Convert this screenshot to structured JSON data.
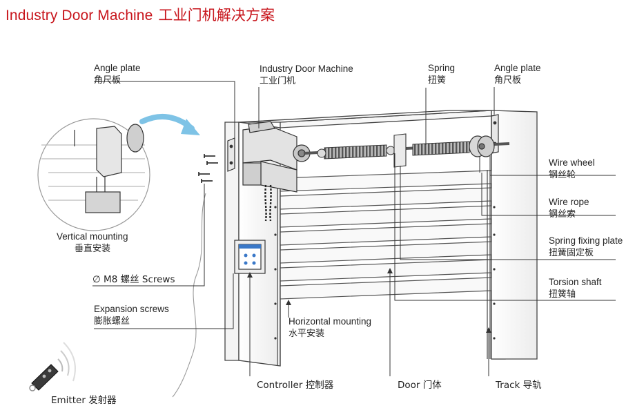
{
  "title": {
    "en": "Industry Door Machine",
    "cn": "工业门机解决方案"
  },
  "labels": {
    "angle_plate_left": {
      "en": "Angle plate",
      "zh": "角尺板"
    },
    "door_machine": {
      "en": "Industry Door Machine",
      "zh": "工业门机"
    },
    "spring": {
      "en": "Spring",
      "zh": "扭簧"
    },
    "angle_plate_right": {
      "en": "Angle plate",
      "zh": "角尺板"
    },
    "wire_wheel": {
      "en": "Wire wheel",
      "zh": "钢丝轮"
    },
    "wire_rope": {
      "en": "Wire rope",
      "zh": "钢丝索"
    },
    "spring_fixing_plate": {
      "en": "Spring fixing plate",
      "zh": "扭簧固定板"
    },
    "torsion_shaft": {
      "en": "Torsion shaft",
      "zh": "扭簧轴"
    },
    "vertical_mounting": {
      "en": "Vertical mounting",
      "zh": "垂直安装"
    },
    "m8_screws": {
      "en": "∅  M8 螺丝 Screws"
    },
    "expansion_screws": {
      "en": "Expansion screws",
      "zh": "膨胀螺丝"
    },
    "horizontal_mounting": {
      "en": "Horizontal mounting",
      "zh": "水平安装"
    },
    "controller": {
      "en": "Controller 控制器"
    },
    "door": {
      "en": "Door 门体"
    },
    "track": {
      "en": "Track 导轨"
    },
    "emitter": {
      "en": "Emitter 发射器"
    }
  },
  "colors": {
    "title": "#c8161d",
    "line": "#333333",
    "wall": "#f2f2f2",
    "arrow": "#7ec3e6",
    "controller_blue": "#3a78c8"
  }
}
